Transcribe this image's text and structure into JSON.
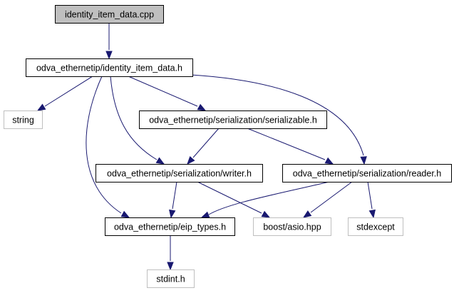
{
  "graph": {
    "colors": {
      "edge": "#191970",
      "highlight_fill": "#bfbfbf",
      "node_fill": "#ffffff",
      "node_border": "#000000",
      "external_border": "#bfbfbf"
    },
    "nodes": [
      {
        "id": "identity_item_data_cpp",
        "label": "identity_item_data.cpp",
        "kind": "highlighted"
      },
      {
        "id": "identity_item_data_h",
        "label": "odva_ethernetip/identity_item_data.h",
        "kind": "normal"
      },
      {
        "id": "string",
        "label": "string",
        "kind": "external"
      },
      {
        "id": "serializable_h",
        "label": "odva_ethernetip/serialization/serializable.h",
        "kind": "normal"
      },
      {
        "id": "writer_h",
        "label": "odva_ethernetip/serialization/writer.h",
        "kind": "normal"
      },
      {
        "id": "reader_h",
        "label": "odva_ethernetip/serialization/reader.h",
        "kind": "normal"
      },
      {
        "id": "eip_types_h",
        "label": "odva_ethernetip/eip_types.h",
        "kind": "normal"
      },
      {
        "id": "boost_asio_hpp",
        "label": "boost/asio.hpp",
        "kind": "external"
      },
      {
        "id": "stdexcept",
        "label": "stdexcept",
        "kind": "external"
      },
      {
        "id": "stdint_h",
        "label": "stdint.h",
        "kind": "external"
      }
    ],
    "edges": [
      {
        "from": "identity_item_data_cpp",
        "to": "identity_item_data_h"
      },
      {
        "from": "identity_item_data_h",
        "to": "string"
      },
      {
        "from": "identity_item_data_h",
        "to": "serializable_h"
      },
      {
        "from": "identity_item_data_h",
        "to": "reader_h"
      },
      {
        "from": "identity_item_data_h",
        "to": "writer_h"
      },
      {
        "from": "identity_item_data_h",
        "to": "eip_types_h"
      },
      {
        "from": "serializable_h",
        "to": "writer_h"
      },
      {
        "from": "serializable_h",
        "to": "reader_h"
      },
      {
        "from": "writer_h",
        "to": "eip_types_h"
      },
      {
        "from": "writer_h",
        "to": "boost_asio_hpp"
      },
      {
        "from": "reader_h",
        "to": "eip_types_h"
      },
      {
        "from": "reader_h",
        "to": "boost_asio_hpp"
      },
      {
        "from": "reader_h",
        "to": "stdexcept"
      },
      {
        "from": "eip_types_h",
        "to": "stdint_h"
      }
    ]
  }
}
